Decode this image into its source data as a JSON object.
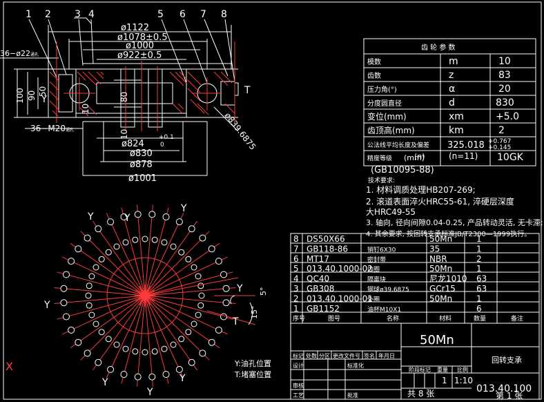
{
  "colors": {
    "background": "#000000",
    "lines": "#ffffff",
    "centerlines": "#ff3b3b",
    "hatch": "#ff3b3b",
    "mark": "#ff4040"
  },
  "section": {
    "balloons": [
      "1",
      "2",
      "3",
      "4",
      "5",
      "6",
      "7",
      "8"
    ],
    "dim_top": [
      "ø1122",
      "ø1078±0.5",
      "ø1000",
      "ø922±0.5"
    ],
    "dim_left_holes": "36−ø22",
    "dim_left_holes_suffix": "通孔",
    "dim_heights": [
      "100",
      "90",
      "50",
      "10"
    ],
    "dim_mid": [
      "80",
      "10"
    ],
    "dim_bolt": "36−M20",
    "dim_bolt_suffix": "通孔",
    "dim_small_dia": "ø824",
    "dim_small_dia_tol_upper": "+0.1",
    "dim_small_dia_tol_lower": "0",
    "dim_bottom": [
      "ø830",
      "ø878",
      "ø1001"
    ],
    "dim_gear": "ø839.6875",
    "y_mark": "Y",
    "t_mark": "T"
  },
  "plan": {
    "y_marks": [
      "Y",
      "Y",
      "Y",
      "Y",
      "Y",
      "Y",
      "Y",
      "Y"
    ],
    "t_mark": "T",
    "angle_small": "5°",
    "angle_large": "15°"
  },
  "x_mark": "X",
  "legend": {
    "y_text": "Y:油孔位置",
    "t_text": "T:堵塞位置"
  },
  "gear_table": {
    "title": "齿 轮 参 数",
    "rows": [
      [
        "模数",
        "m",
        "10"
      ],
      [
        "齿数",
        "z",
        "83"
      ],
      [
        "压力角(°)",
        "α",
        "20"
      ],
      [
        "分度圆直径",
        "d",
        "830"
      ],
      [
        "变位(mm)",
        "xm",
        "+5.0"
      ],
      [
        "齿顶高(mm)",
        "km",
        "2"
      ],
      [
        "公法线平均长度及偏差",
        "325.018",
        "10GK"
      ],
      [
        "精度等级",
        "(mm)",
        "(n)"
      ]
    ],
    "wk_tol_upper": "+0.767",
    "wk_tol_lower": "+0.145",
    "wk_n": "(n=11)",
    "std": "(GB10095-88)"
  },
  "requirements": [
    "技术要求:",
    "1. 材料调质处理HB207-269;",
    "2. 滚道表面淬火HRC55-61, 淬硬层深度",
    "大HRC49-55",
    "3. 轴向, 径向间隙0.04-0.25, 产品转动灵活, 无卡滞;",
    "4. 其余要求, 按回转支承标准JB/T2300—1999执行。"
  ],
  "bom": {
    "rows": [
      [
        "8",
        "DS50X66",
        "",
        "50Mn",
        "1"
      ],
      [
        "7",
        "GB118-86",
        "销钉6X30",
        "35",
        "1"
      ],
      [
        "6",
        "MT17",
        "密封带",
        "NBR",
        "2"
      ],
      [
        "5",
        "013.40.1000-02",
        "内圈",
        "50Mn",
        "1"
      ],
      [
        "4",
        "QC40",
        "隔离块",
        "尼龙1010",
        "63"
      ],
      [
        "3",
        "GB308",
        "钢球ø39.6875",
        "GCr15",
        "63"
      ],
      [
        "2",
        "013.40.1000-01",
        "外圈",
        "50Mn",
        "1"
      ],
      [
        "1",
        "GB1152",
        "油杯M10X1",
        "",
        "6"
      ]
    ],
    "headers": [
      "序号",
      "图号",
      "名称",
      "材料",
      "数量",
      "备注"
    ]
  },
  "title_block": {
    "material": "50Mn",
    "name": "回转支承",
    "drawing_no": "013.40.100",
    "mark_row": [
      "标记",
      "处数",
      "分区",
      "更改文件号",
      "签名",
      "年月日"
    ],
    "design": "设计",
    "standard": "标准化",
    "review": "审核",
    "process": "工艺",
    "approve": "批准",
    "stage_mark": "阶段标记",
    "weight": "重量",
    "scale": "比例",
    "scale_val": "1:10",
    "count": "1",
    "sheets": "共 8 张",
    "sheet_no": "第 1 张"
  }
}
